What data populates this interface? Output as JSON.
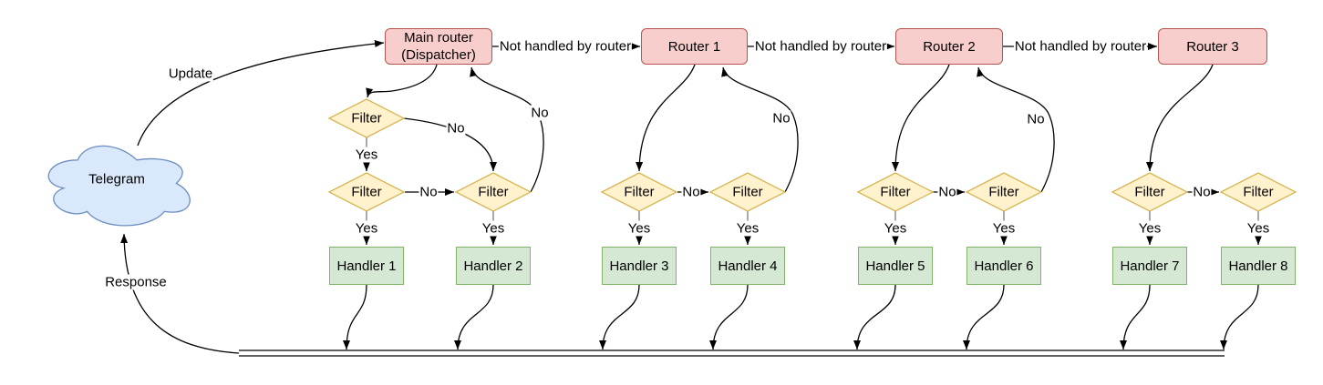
{
  "colors": {
    "background": "#ffffff",
    "edge_stroke": "#000000",
    "stub_stroke": "#8a8a8a",
    "router_fill": "#f8cecc",
    "router_stroke": "#b85450",
    "filter_fill": "#fff2cc",
    "filter_stroke": "#d6b656",
    "handler_fill": "#d5e8d4",
    "handler_stroke": "#82b366",
    "cloud_fill": "#dae8fc",
    "cloud_stroke": "#6c8ebf"
  },
  "nodes": {
    "cloud": {
      "label": "Telegram"
    },
    "routers": [
      {
        "line1": "Main router",
        "line2": "(Dispatcher)"
      },
      {
        "label": "Router 1"
      },
      {
        "label": "Router 2"
      },
      {
        "label": "Router 3"
      }
    ],
    "filters": [
      {
        "label": "Filter"
      },
      {
        "label": "Filter"
      },
      {
        "label": "Filter"
      },
      {
        "label": "Filter"
      },
      {
        "label": "Filter"
      },
      {
        "label": "Filter"
      },
      {
        "label": "Filter"
      },
      {
        "label": "Filter"
      },
      {
        "label": "Filter"
      }
    ],
    "handlers": [
      {
        "label": "Handler 1"
      },
      {
        "label": "Handler 2"
      },
      {
        "label": "Handler 3"
      },
      {
        "label": "Handler 4"
      },
      {
        "label": "Handler 5"
      },
      {
        "label": "Handler 6"
      },
      {
        "label": "Handler 7"
      },
      {
        "label": "Handler 8"
      }
    ]
  },
  "edge_labels": {
    "update": "Update",
    "response": "Response",
    "not_handled_by_router": "Not handled by router",
    "yes": "Yes",
    "no": "No"
  }
}
